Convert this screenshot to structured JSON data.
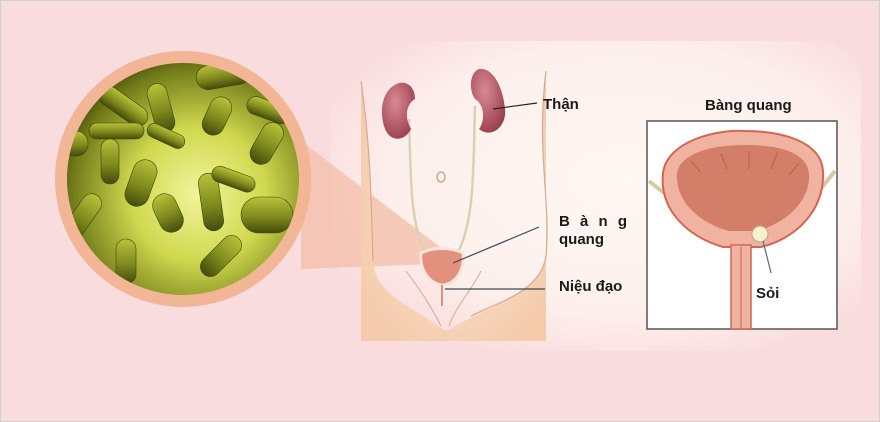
{
  "diagram": {
    "left_panel": {
      "subject": "bacteria-closeup",
      "ring_color": "#f2b596",
      "fill_color": "#c9d64a"
    },
    "body_illustration": {
      "labels": {
        "kidney": "Thận",
        "bladder_line1": "B à n g",
        "bladder_line2": "quang",
        "urethra": "Niệu đạo"
      }
    },
    "inset": {
      "title": "Bàng quang",
      "stone_label": "Sỏi"
    },
    "colors": {
      "background": "#f9dcdd",
      "skin": "#f7d3b8",
      "organ": "#d9745e",
      "kidney": "#b5505f",
      "cone": "#f3bea7"
    }
  }
}
